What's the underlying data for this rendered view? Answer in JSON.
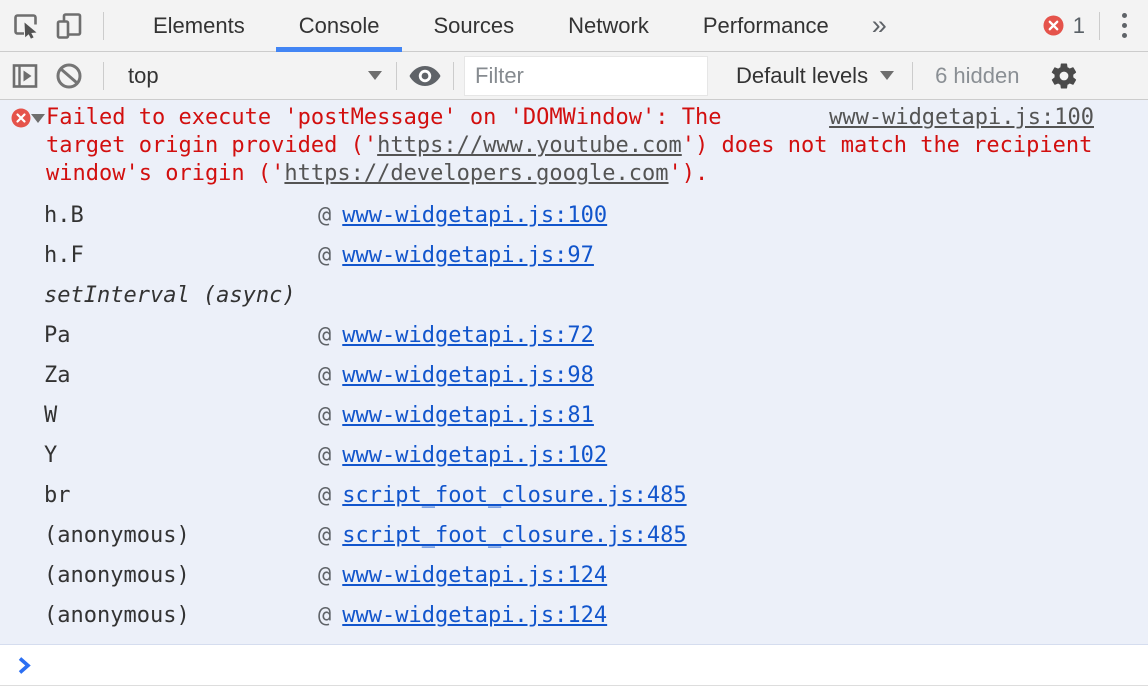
{
  "colors": {
    "error_bg": "#ecf0f9",
    "error_text": "#d20f0f",
    "link_blue": "#1155cc",
    "link_dark": "#545454",
    "accent_blue": "#4285f4",
    "prompt_blue": "#2b6ff3",
    "icon_gray": "#5f6368",
    "toolbar_bg": "#f3f3f3"
  },
  "icons": {
    "inspect": "inspect-element-icon",
    "device": "device-toolbar-icon",
    "sidebar": "console-sidebar-icon",
    "clear": "clear-console-icon",
    "eye": "live-expression-eye-icon",
    "gear": "settings-gear-icon",
    "menu": "kebab-menu-icon",
    "error": "error-circle-x-icon",
    "prompt": "chevron-right-icon"
  },
  "tabs_bar": {
    "tabs": [
      {
        "label": "Elements"
      },
      {
        "label": "Console"
      },
      {
        "label": "Sources"
      },
      {
        "label": "Network"
      },
      {
        "label": "Performance"
      }
    ],
    "selected": "Console",
    "more_tabs": "»",
    "error_badge_count": "1"
  },
  "console_toolbar": {
    "context_selected": "top",
    "filter_placeholder": "Filter",
    "levels_label": "Default levels",
    "levels_caret": "▾",
    "hidden_label": "6 hidden"
  },
  "console": {
    "labels": {
      "at": "@"
    },
    "error": {
      "source_link": "www-widgetapi.js:100",
      "message_part1": "Failed to execute 'postMessage' on 'DOMWindow': The target origin provided ('",
      "message_url1": "https://www.youtube.com",
      "message_part2": "') does not match the recipient window's origin ('",
      "message_url2": "https://developers.google.com",
      "message_part3": "').",
      "stack": [
        {
          "fn": "h.B",
          "link": "www-widgetapi.js:100"
        },
        {
          "fn": "h.F",
          "link": "www-widgetapi.js:97"
        },
        {
          "fn": "setInterval (async)"
        },
        {
          "fn": "Pa",
          "link": "www-widgetapi.js:72"
        },
        {
          "fn": "Za",
          "link": "www-widgetapi.js:98"
        },
        {
          "fn": "W",
          "link": "www-widgetapi.js:81"
        },
        {
          "fn": "Y",
          "link": "www-widgetapi.js:102"
        },
        {
          "fn": "br",
          "link": "script_foot_closure.js:485"
        },
        {
          "fn": "(anonymous)",
          "link": "script_foot_closure.js:485"
        },
        {
          "fn": "(anonymous)",
          "link": "www-widgetapi.js:124"
        },
        {
          "fn": "(anonymous)",
          "link": "www-widgetapi.js:124"
        }
      ]
    }
  }
}
